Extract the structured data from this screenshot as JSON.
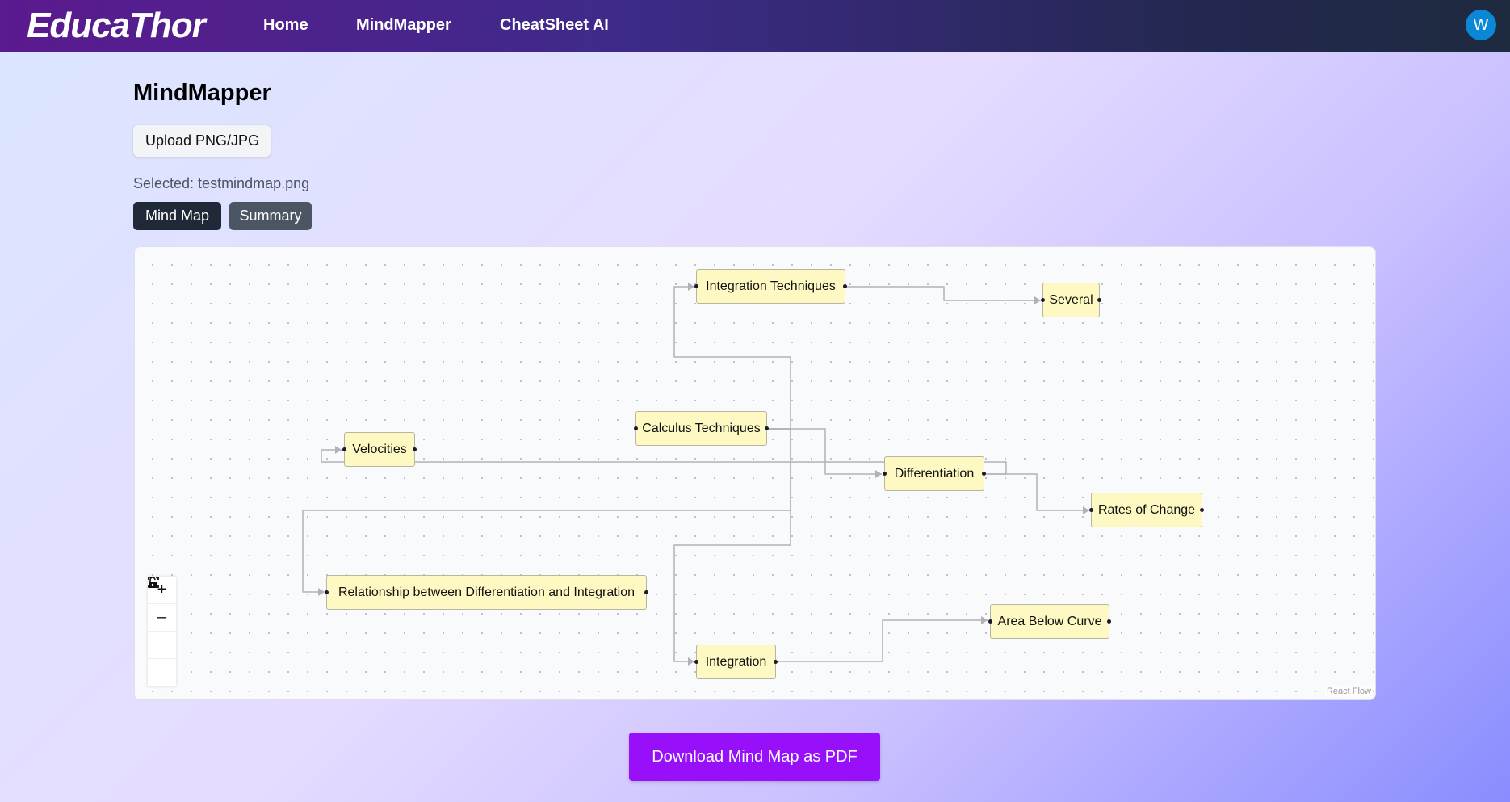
{
  "header": {
    "logo": "EducaThor",
    "nav": [
      "Home",
      "MindMapper",
      "CheatSheet AI"
    ],
    "avatar_initial": "W"
  },
  "page": {
    "title": "MindMapper",
    "upload_label": "Upload PNG/JPG",
    "selected_text": "Selected: testmindmap.png",
    "tabs": [
      {
        "label": "Mind Map",
        "active": true,
        "color": "#1f2937"
      },
      {
        "label": "Summary",
        "active": false,
        "color": "#4b5563"
      }
    ],
    "download_label": "Download Mind Map as PDF",
    "download_color": "#9810fa"
  },
  "mindmap": {
    "nodes": [
      {
        "id": "integration-techniques",
        "label": "Integration Techniques"
      },
      {
        "id": "several",
        "label": "Several"
      },
      {
        "id": "calculus-techniques",
        "label": "Calculus Techniques"
      },
      {
        "id": "velocities",
        "label": "Velocities"
      },
      {
        "id": "differentiation",
        "label": "Differentiation"
      },
      {
        "id": "rates-of-change",
        "label": "Rates of Change"
      },
      {
        "id": "relationship",
        "label": "Relationship between Differentiation and Integration"
      },
      {
        "id": "integration",
        "label": "Integration"
      },
      {
        "id": "area-below-curve",
        "label": "Area Below Curve"
      }
    ],
    "edges": [
      {
        "source": "calculus-techniques",
        "target": "integration-techniques"
      },
      {
        "source": "integration-techniques",
        "target": "several"
      },
      {
        "source": "calculus-techniques",
        "target": "differentiation"
      },
      {
        "source": "calculus-techniques",
        "target": "relationship"
      },
      {
        "source": "calculus-techniques",
        "target": "integration"
      },
      {
        "source": "differentiation",
        "target": "rates-of-change"
      },
      {
        "source": "integration",
        "target": "area-below-curve"
      },
      {
        "source": "differentiation",
        "target": "velocities"
      }
    ],
    "node_color": "#fef9c3",
    "attribution": "React Flow",
    "controls": [
      "zoom-in",
      "zoom-out",
      "fit-view",
      "lock"
    ]
  }
}
